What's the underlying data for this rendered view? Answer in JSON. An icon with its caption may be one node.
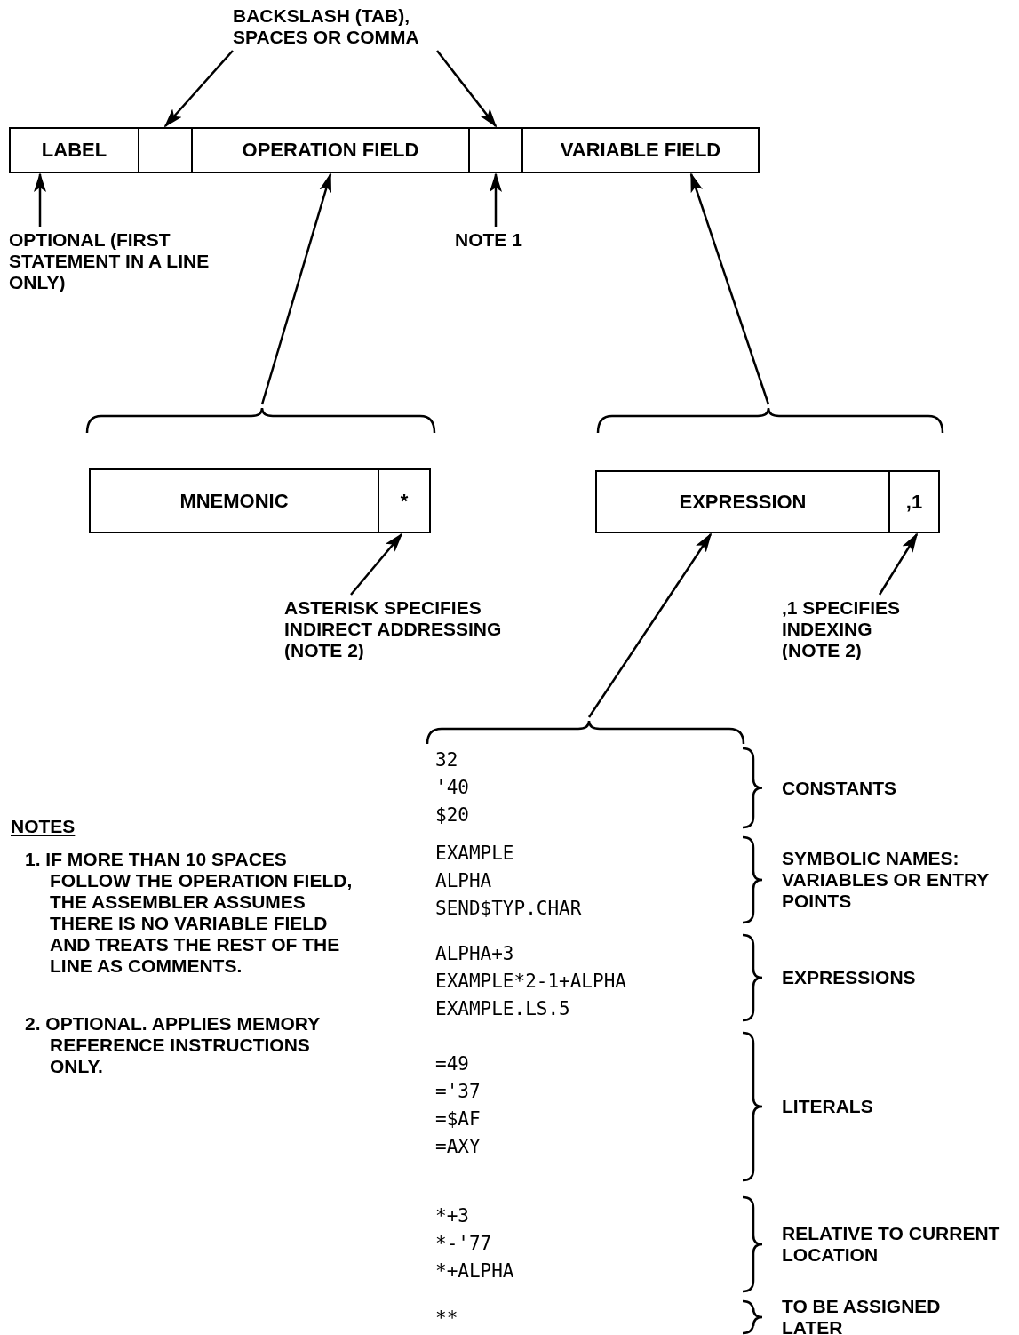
{
  "diagram": {
    "nodes": [
      {
        "text": [
          "LABEL"
        ]
      },
      {
        "text": [],
        "shape": "box"
      },
      {
        "text": [
          "OPERATION FIELD"
        ]
      },
      {
        "text": [],
        "shape": "box"
      },
      {
        "text": [
          "VARIABLE FIELD"
        ]
      },
      {
        "text": [
          "BACKSLASH (TAB), SPACES OR COMMA"
        ]
      },
      {
        "text": [
          "OPTIONAL (FIRST STATEMENT IN A LINE ONLY)"
        ]
      },
      {
        "text": [
          "NOTE 1"
        ]
      },
      {
        "text": [],
        "shape": "bracket"
      },
      {
        "text": [],
        "shape": "bracket"
      },
      {
        "text": [
          "MNEMONIC"
        ]
      },
      {
        "text": [
          "*"
        ]
      },
      {
        "text": [
          "EXPRESSION"
        ]
      },
      {
        "text": [
          ",1"
        ]
      },
      {
        "text": [
          "ASTERISK SPECIFIES INDIRECT ADDRESSING (NOTE 2)"
        ]
      },
      {
        "text": [
          ",1 SPECIFIES INDEXING (NOTE 2)"
        ]
      },
      {
        "text": [],
        "shape": "bracket"
      },
      {
        "text": [
          "32",
          "'40",
          "$20"
        ],
        "beside": [
          "CONSTANTS"
        ]
      },
      {
        "text": [
          "EXAMPLE",
          "ALPHA",
          "SEND$TYP.CHAR"
        ],
        "beside": [
          "SYMBOLIC NAMES: VARIABLES OR ENTRY POINTS"
        ]
      },
      {
        "text": [
          "ALPHA+3",
          "EXAMPLE*2-1+ALPHA",
          "EXAMPLE.LS.5"
        ],
        "beside": [
          "EXPRESSIONS"
        ]
      },
      {
        "text": [
          "=49",
          "='37",
          "=$AF",
          "=AXY"
        ],
        "beside": [
          "LITERALS"
        ]
      },
      {
        "text": [
          "*+3",
          "*-'77",
          "*+ALPHA"
        ],
        "beside": [
          "RELATIVE TO CURRENT LOCATION"
        ]
      },
      {
        "text": [
          "**"
        ],
        "beside": [
          "TO BE ASSIGNED LATER"
        ]
      }
    ],
    "edges": [
      {
        "from": 5,
        "to": 1,
        "arrow": "to"
      },
      {
        "from": 5,
        "to": 3,
        "arrow": "to"
      },
      {
        "from": 6,
        "to": 0,
        "arrow": "to"
      },
      {
        "from": 7,
        "to": 3,
        "arrow": "to"
      },
      {
        "from": 8,
        "to": 2,
        "arrow": "to"
      },
      {
        "from": 9,
        "to": 4,
        "arrow": "to"
      },
      {
        "from": 14,
        "to": 11,
        "arrow": "to"
      },
      {
        "from": 15,
        "to": 13,
        "arrow": "to"
      },
      {
        "from": 16,
        "to": 12,
        "arrow": "to"
      }
    ],
    "labels": [
      "NOTES",
      "1. IF MORE THAN 10 SPACES FOLLOW THE OPERATION FIELD, THE ASSEMBLER ASSUMES THERE IS NO VARIABLE FIELD AND TREATS THE REST OF THE LINE AS COMMENTS.",
      "2. OPTIONAL. APPLIES MEMORY REFERENCE INSTRUCTIONS ONLY."
    ]
  }
}
